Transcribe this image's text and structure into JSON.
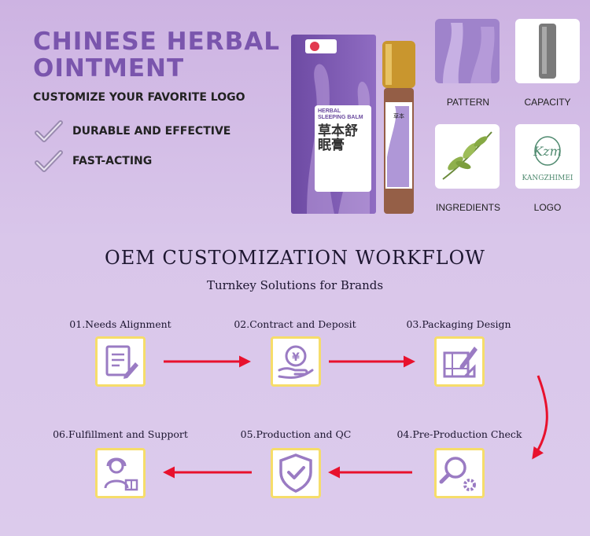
{
  "header": {
    "title": "CHINESE HERBAL OINTMENT",
    "subtitle": "CUSTOMIZE YOUR FAVORITE LOGO",
    "features": [
      "DURABLE AND EFFECTIVE",
      "FAST-ACTING"
    ]
  },
  "product": {
    "box_label_en": "HERBAL SLEEPING BALM",
    "box_label_cn": "草本舒眠膏"
  },
  "options": [
    {
      "label": "PATTERN",
      "icon": "pattern-icon"
    },
    {
      "label": "CAPACITY",
      "icon": "tube-icon"
    },
    {
      "label": "INGREDIENTS",
      "icon": "leaf-icon"
    },
    {
      "label": "LOGO",
      "icon": "logo-icon",
      "logo_text": "KANGZHIMEI"
    }
  ],
  "workflow": {
    "title": "OEM CUSTOMIZATION WORKFLOW",
    "subtitle": "Turnkey Solutions for Brands",
    "steps": [
      {
        "label": "01.Needs Alignment",
        "icon": "document-edit-icon"
      },
      {
        "label": "02.Contract and Deposit",
        "icon": "yen-hand-icon"
      },
      {
        "label": "03.Packaging Design",
        "icon": "design-pencil-icon"
      },
      {
        "label": "04.Pre-Production Check",
        "icon": "magnifier-gear-icon"
      },
      {
        "label": "05.Production and QC",
        "icon": "shield-check-icon"
      },
      {
        "label": "06.Fulfillment and Support",
        "icon": "support-box-icon"
      }
    ],
    "arrow_color": "#e8112d",
    "icon_border_color": "#f6dd6a",
    "icon_color": "#9a7bc3"
  }
}
